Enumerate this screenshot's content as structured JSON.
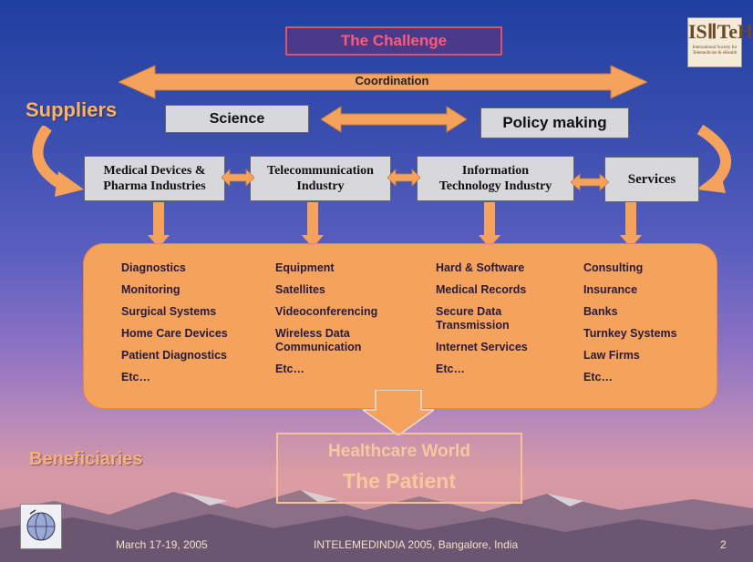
{
  "title": "The Challenge",
  "logo_text": "ISⅡTeH",
  "logo_subtext": "International Society for Telemedicine & eHealth",
  "coordination_label": "Coordination",
  "suppliers_label": "Suppliers",
  "science_label": "Science",
  "policy_label": "Policy making",
  "categories": [
    {
      "line1": "Medical Devices &",
      "line2": "Pharma Industries"
    },
    {
      "line1": "Telecommunication",
      "line2": "Industry"
    },
    {
      "line1": "Information",
      "line2": "Technology Industry"
    },
    {
      "line1": "Services",
      "line2": ""
    }
  ],
  "columns": [
    [
      "Diagnostics",
      "Monitoring",
      "Surgical Systems",
      "Home Care Devices",
      "Patient Diagnostics",
      "Etc…"
    ],
    [
      "Equipment",
      "Satellites",
      "Videoconferencing",
      "Wireless Data Communication",
      "Etc…"
    ],
    [
      "Hard & Software",
      "Medical Records",
      "Secure Data Transmission",
      "Internet Services",
      "Etc…"
    ],
    [
      "Consulting",
      "Insurance",
      "Banks",
      "Turnkey Systems",
      "Law Firms",
      "Etc…"
    ]
  ],
  "beneficiaries_label": "Beneficiaries",
  "healthcare_world": "Healthcare World",
  "the_patient": "The Patient",
  "footer": {
    "date": "March 17-19, 2005",
    "event": "INTELEMEDINDIA 2005, Bangalore, India",
    "page": "2"
  },
  "colors": {
    "orange": "#f5a35c",
    "title_red": "#ff5a78",
    "label_orange": "#ffb35c"
  }
}
